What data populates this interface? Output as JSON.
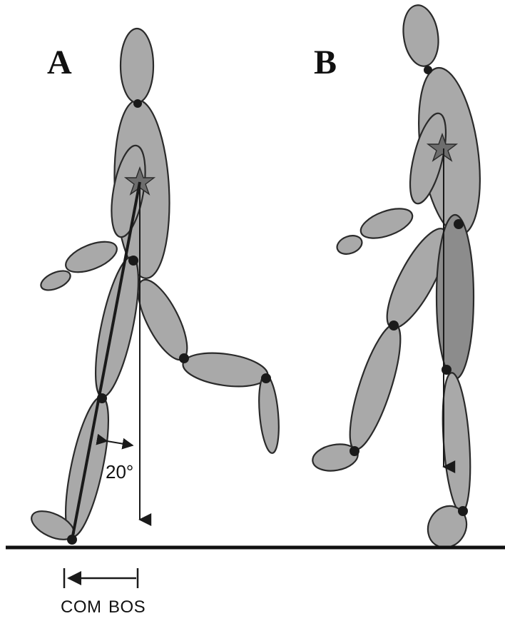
{
  "panels": {
    "a_label": "A",
    "b_label": "B"
  },
  "annotations": {
    "angle": "20°",
    "com_label": "COM",
    "bos_label": "BOS"
  },
  "colors": {
    "body_fill": "#a9a9a9",
    "dark_fill": "#8c8c8c",
    "outline": "#2a2a2a",
    "joint": "#1a1a1a",
    "ground": "#111111"
  }
}
